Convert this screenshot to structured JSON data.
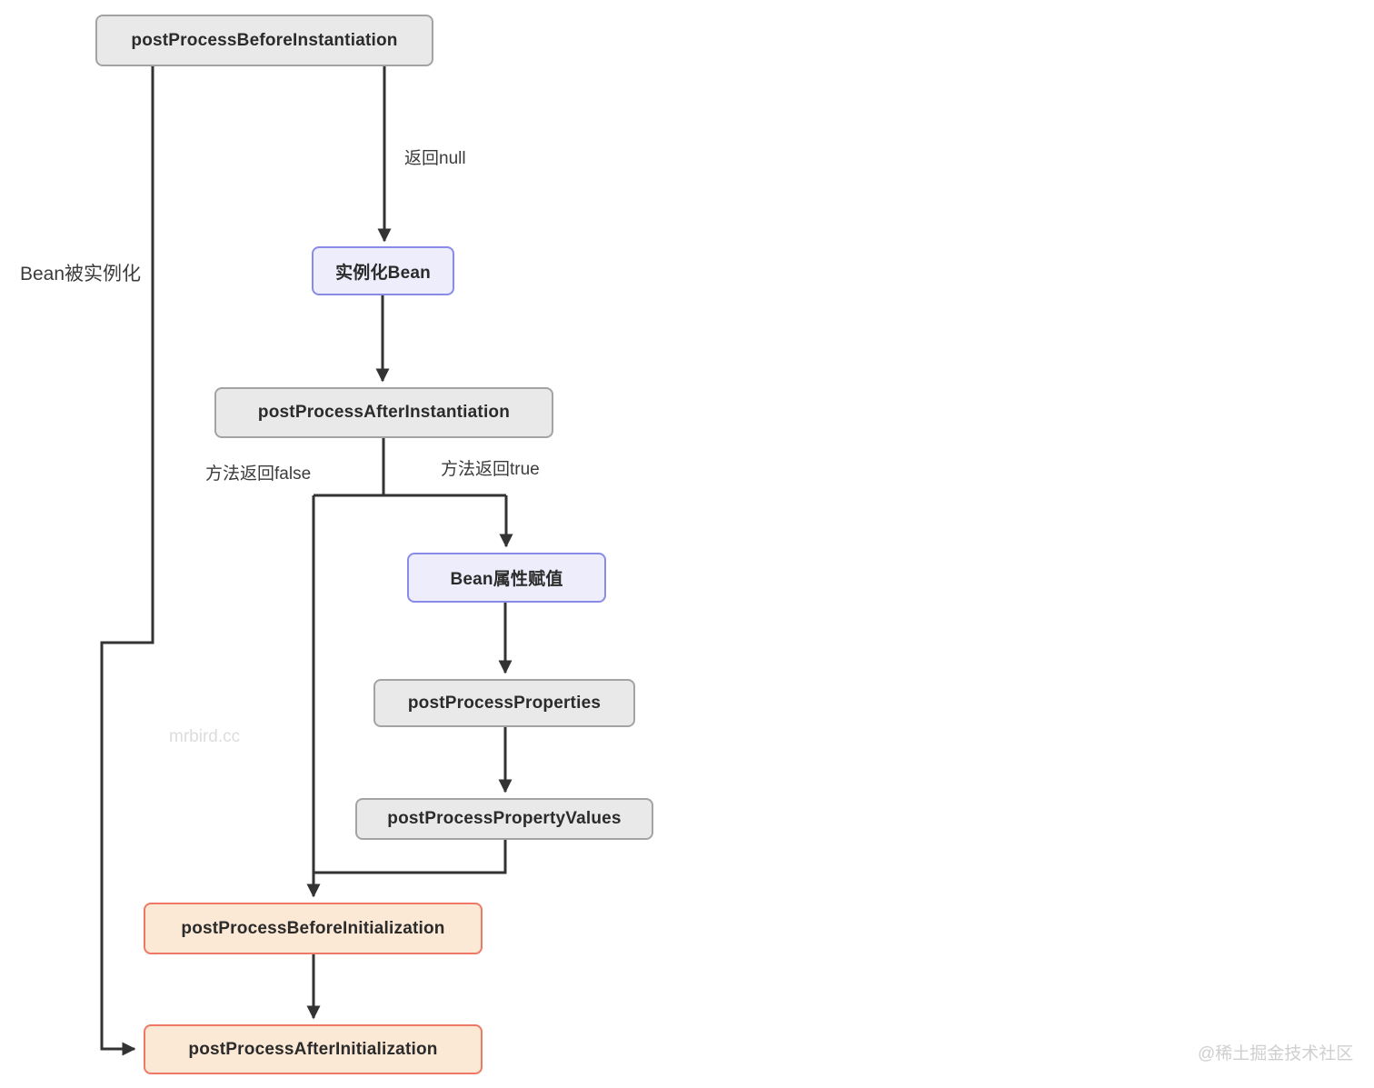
{
  "nodes": [
    {
      "label": "postProcessBeforeInstantiation",
      "style": "gray"
    },
    {
      "label": "实例化Bean",
      "style": "purple"
    },
    {
      "label": "postProcessAfterInstantiation",
      "style": "gray"
    },
    {
      "label": "Bean属性赋值",
      "style": "purple"
    },
    {
      "label": "postProcessProperties",
      "style": "gray"
    },
    {
      "label": "postProcessPropertyValues",
      "style": "gray"
    },
    {
      "label": "postProcessBeforeInitialization",
      "style": "orange"
    },
    {
      "label": "postProcessAfterInitialization",
      "style": "orange"
    }
  ],
  "edge_labels": {
    "bean_instantiated": "Bean被实例化",
    "return_null": "返回null",
    "return_false": "方法返回false",
    "return_true": "方法返回true"
  },
  "watermarks": {
    "site": "mrbird.cc",
    "community": "@稀土掘金技术社区"
  },
  "colors": {
    "gray_fill": "#e9e9e9",
    "gray_border": "#a3a3a3",
    "purple_fill": "#ededfb",
    "purple_border": "#888ce8",
    "orange_fill": "#fbe8d5",
    "orange_border": "#ee7966",
    "line": "#333333",
    "watermark_light": "#dcdcdc"
  }
}
